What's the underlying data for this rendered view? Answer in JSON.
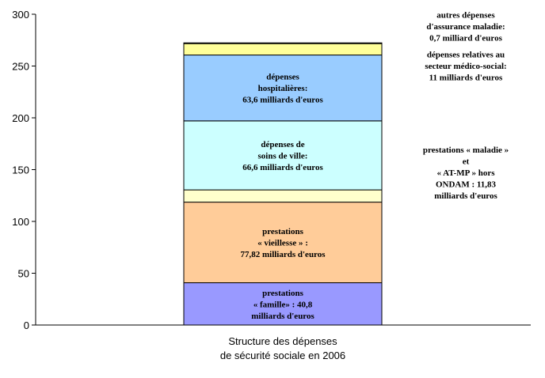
{
  "chart_data": {
    "type": "bar",
    "stacked": true,
    "title": "",
    "xlabel": "",
    "ylabel": "",
    "ylim": [
      0,
      300
    ],
    "yticks": [
      0,
      50,
      100,
      150,
      200,
      250,
      300
    ],
    "grid": false,
    "categories": [
      "Structure des dépenses de sécurité sociale en 2006"
    ],
    "category_label_lines": [
      "Structure des dépenses",
      "de sécurité sociale en 2006"
    ],
    "series": [
      {
        "name": "prestations « famille »",
        "values": [
          40.8
        ],
        "color": "#9999ff",
        "label_lines": [
          "prestations",
          "« famille» : 40,8",
          "milliards d'euros"
        ],
        "label_position": "inside"
      },
      {
        "name": "prestations « vieillesse »",
        "values": [
          77.82
        ],
        "color": "#ffcc99",
        "label_lines": [
          "prestations",
          "« vieillesse » :",
          "77,82 milliards d'euros"
        ],
        "label_position": "inside"
      },
      {
        "name": "prestations « maladie » et « AT-MP » hors ONDAM",
        "values": [
          11.83
        ],
        "color": "#ffffcc",
        "label_lines": [
          "prestations «  maladie »",
          "et",
          "« AT-MP » hors",
          "ONDAM : 11,83",
          "milliards d'euros"
        ],
        "label_position": "right"
      },
      {
        "name": "dépenses de soins de ville",
        "values": [
          66.6
        ],
        "color": "#ccffff",
        "label_lines": [
          "dépenses de",
          "soins de ville:",
          "66,6 milliards d'euros"
        ],
        "label_position": "inside"
      },
      {
        "name": "dépenses hospitalières",
        "values": [
          63.6
        ],
        "color": "#99ccff",
        "label_lines": [
          "dépenses",
          "hospitalières:",
          "63,6 milliards d'euros"
        ],
        "label_position": "inside"
      },
      {
        "name": "dépenses relatives au secteur médico-social",
        "values": [
          11
        ],
        "color": "#ffff99",
        "label_lines": [
          "dépenses relatives au",
          "secteur médico-social:",
          "11 milliards d'euros"
        ],
        "label_position": "right"
      },
      {
        "name": "autres dépenses d'assurance maladie",
        "values": [
          0.7
        ],
        "color": "#993333",
        "label_lines": [
          "autres dépenses",
          "d'assurance maladie:",
          "0,7 milliard d'euros"
        ],
        "label_position": "right"
      }
    ]
  }
}
